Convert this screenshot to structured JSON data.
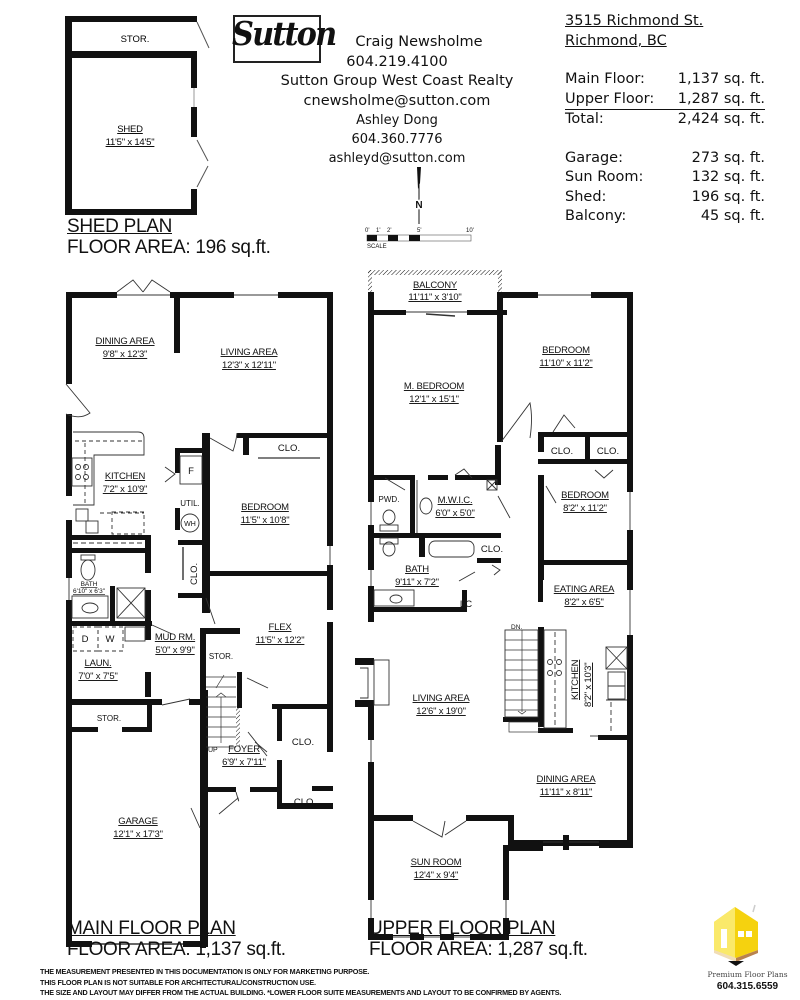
{
  "agent": {
    "logo_text": "Sutton",
    "primary_name": "Craig Newsholme",
    "primary_phone": "604.219.4100",
    "brokerage": "Sutton Group West Coast Realty",
    "primary_email": "cnewsholme@sutton.com",
    "secondary_name": "Ashley Dong",
    "secondary_phone": "604.360.7776",
    "secondary_email": "ashleyd@sutton.com"
  },
  "property": {
    "address_line1": "3515 Richmond St.",
    "address_line2": "Richmond, BC"
  },
  "areas": {
    "main": {
      "label": "Main Floor:",
      "value": "1,137 sq. ft."
    },
    "upper": {
      "label": "Upper Floor:",
      "value": "1,287 sq. ft."
    },
    "total": {
      "label": "Total:",
      "value": "2,424 sq. ft."
    },
    "garage": {
      "label": "Garage:",
      "value": "273 sq. ft."
    },
    "sunroom": {
      "label": "Sun Room:",
      "value": "132 sq. ft."
    },
    "shed": {
      "label": "Shed:",
      "value": "196 sq. ft."
    },
    "balcony": {
      "label": "Balcony:",
      "value": "45 sq. ft."
    }
  },
  "compass": {
    "north_label": "N"
  },
  "scale": {
    "ticks": [
      "0'",
      "1'",
      "2'",
      "5'",
      "10'"
    ],
    "label": "SCALE"
  },
  "shed_plan": {
    "title": "SHED PLAN",
    "floor_area": "FLOOR AREA: 196 sq.ft.",
    "rooms": {
      "stor": "STOR.",
      "shed_name": "SHED",
      "shed_dim": "11'5\" x 14'5\""
    }
  },
  "main_plan": {
    "title": "MAIN FLOOR PLAN",
    "floor_area": "FLOOR AREA: 1,137 sq.ft.",
    "rooms": {
      "dining_name": "DINING AREA",
      "dining_dim": "9'8\" x 12'3\"",
      "living_name": "LIVING AREA",
      "living_dim": "12'3\" x 12'11\"",
      "kitchen_name": "KITCHEN",
      "kitchen_dim": "7'2\" x 10'9\"",
      "bedroom_name": "BEDROOM",
      "bedroom_dim": "11'5\" x 10'8\"",
      "clo": "CLO.",
      "util": "UTIL.",
      "fridge": "F",
      "wh": "WH",
      "bath_name": "BATH",
      "bath_dim": "6'10\" x 6'3\"",
      "dryer": "D",
      "washer": "W",
      "laun_name": "LAUN.",
      "laun_dim": "7'0\" x 7'5\"",
      "mud_name": "MUD RM.",
      "mud_dim": "5'0\" x 9'9\"",
      "flex_name": "FLEX",
      "flex_dim": "11'5\" x 12'2\"",
      "stor": "STOR.",
      "up": "UP",
      "foyer_name": "FOYER",
      "foyer_dim": "6'9\" x 7'11\"",
      "garage_name": "GARAGE",
      "garage_dim": "12'1\" x 17'3\""
    }
  },
  "upper_plan": {
    "title": "UPPER FLOOR PLAN",
    "floor_area": "FLOOR AREA: 1,287 sq.ft.",
    "rooms": {
      "balcony_name": "BALCONY",
      "balcony_dim": "11'11\" x 3'10\"",
      "mbed_name": "M. BEDROOM",
      "mbed_dim": "12'1\" x 15'1\"",
      "bed1_name": "BEDROOM",
      "bed1_dim": "11'10\" x 11'2\"",
      "bed2_name": "BEDROOM",
      "bed2_dim": "8'2\" x 11'2\"",
      "clo": "CLO.",
      "pwd": "PWD.",
      "mwic_name": "M.W.I.C.",
      "mwic_dim": "6'0\" x 5'0\"",
      "bath_name": "BATH",
      "bath_dim": "9'11\" x 7'2\"",
      "lc": "LC",
      "eating_name": "EATING AREA",
      "eating_dim": "8'2\" x 6'5\"",
      "dn": "DN.",
      "kitchen_name": "KITCHEN",
      "kitchen_dim": "8'2\" x 10'3\"",
      "living_name": "LIVING AREA",
      "living_dim": "12'6\" x 19'0\"",
      "dining_name": "DINING AREA",
      "dining_dim": "11'11\" x 8'11\"",
      "sun_name": "SUN ROOM",
      "sun_dim": "12'4\" x 9'4\""
    }
  },
  "disclaimer": [
    "THE MEASUREMENT PRESENTED IN THIS DOCUMENTATION IS ONLY FOR MARKETING PURPOSE.",
    "THIS FLOOR PLAN IS NOT SUITABLE FOR ARCHITECTURAL/CONSTRUCTION USE.",
    "THE SIZE AND LAYOUT MAY DIFFER FROM THE ACTUAL BUILDING. *LOWER FLOOR SUITE MEASUREMENTS AND LAYOUT TO BE CONFIRMED BY AGENTS."
  ],
  "brand": {
    "name": "Premium Floor Plans",
    "phone": "604.315.6559",
    "colors": {
      "yellow": "#F5D20F",
      "light_yellow": "#FAE96A",
      "brown": "#B8824E",
      "cream": "#F1DDB5"
    }
  }
}
